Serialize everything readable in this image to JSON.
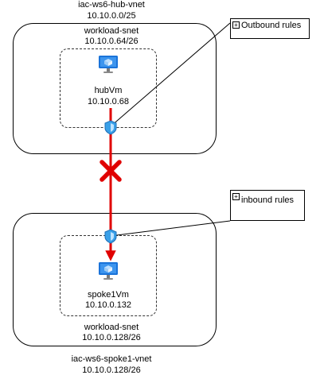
{
  "hub_vnet": {
    "name": "iac-ws6-hub-vnet",
    "cidr": "10.10.0.0/25"
  },
  "hub_subnet": {
    "name": "workload-snet",
    "cidr": "10.10.0.64/26"
  },
  "hub_vm": {
    "name": "hubVm",
    "ip": "10.10.0.68"
  },
  "outbound_note": {
    "label": "Outbound rules"
  },
  "inbound_note": {
    "label": "inbound rules"
  },
  "spoke_vm": {
    "name": "spoke1Vm",
    "ip": "10.10.0.132"
  },
  "spoke_subnet": {
    "name": "workload-snet",
    "cidr": "10.10.0.128/26"
  },
  "spoke_vnet": {
    "name": "iac-ws6-spoke1-vnet",
    "cidr": "10.10.0.128/26"
  },
  "colors": {
    "connection": "#e00000",
    "blocked_x": "#e00000",
    "vm_blue": "#1a73d9",
    "nsg_blue": "#3aa0e8"
  }
}
